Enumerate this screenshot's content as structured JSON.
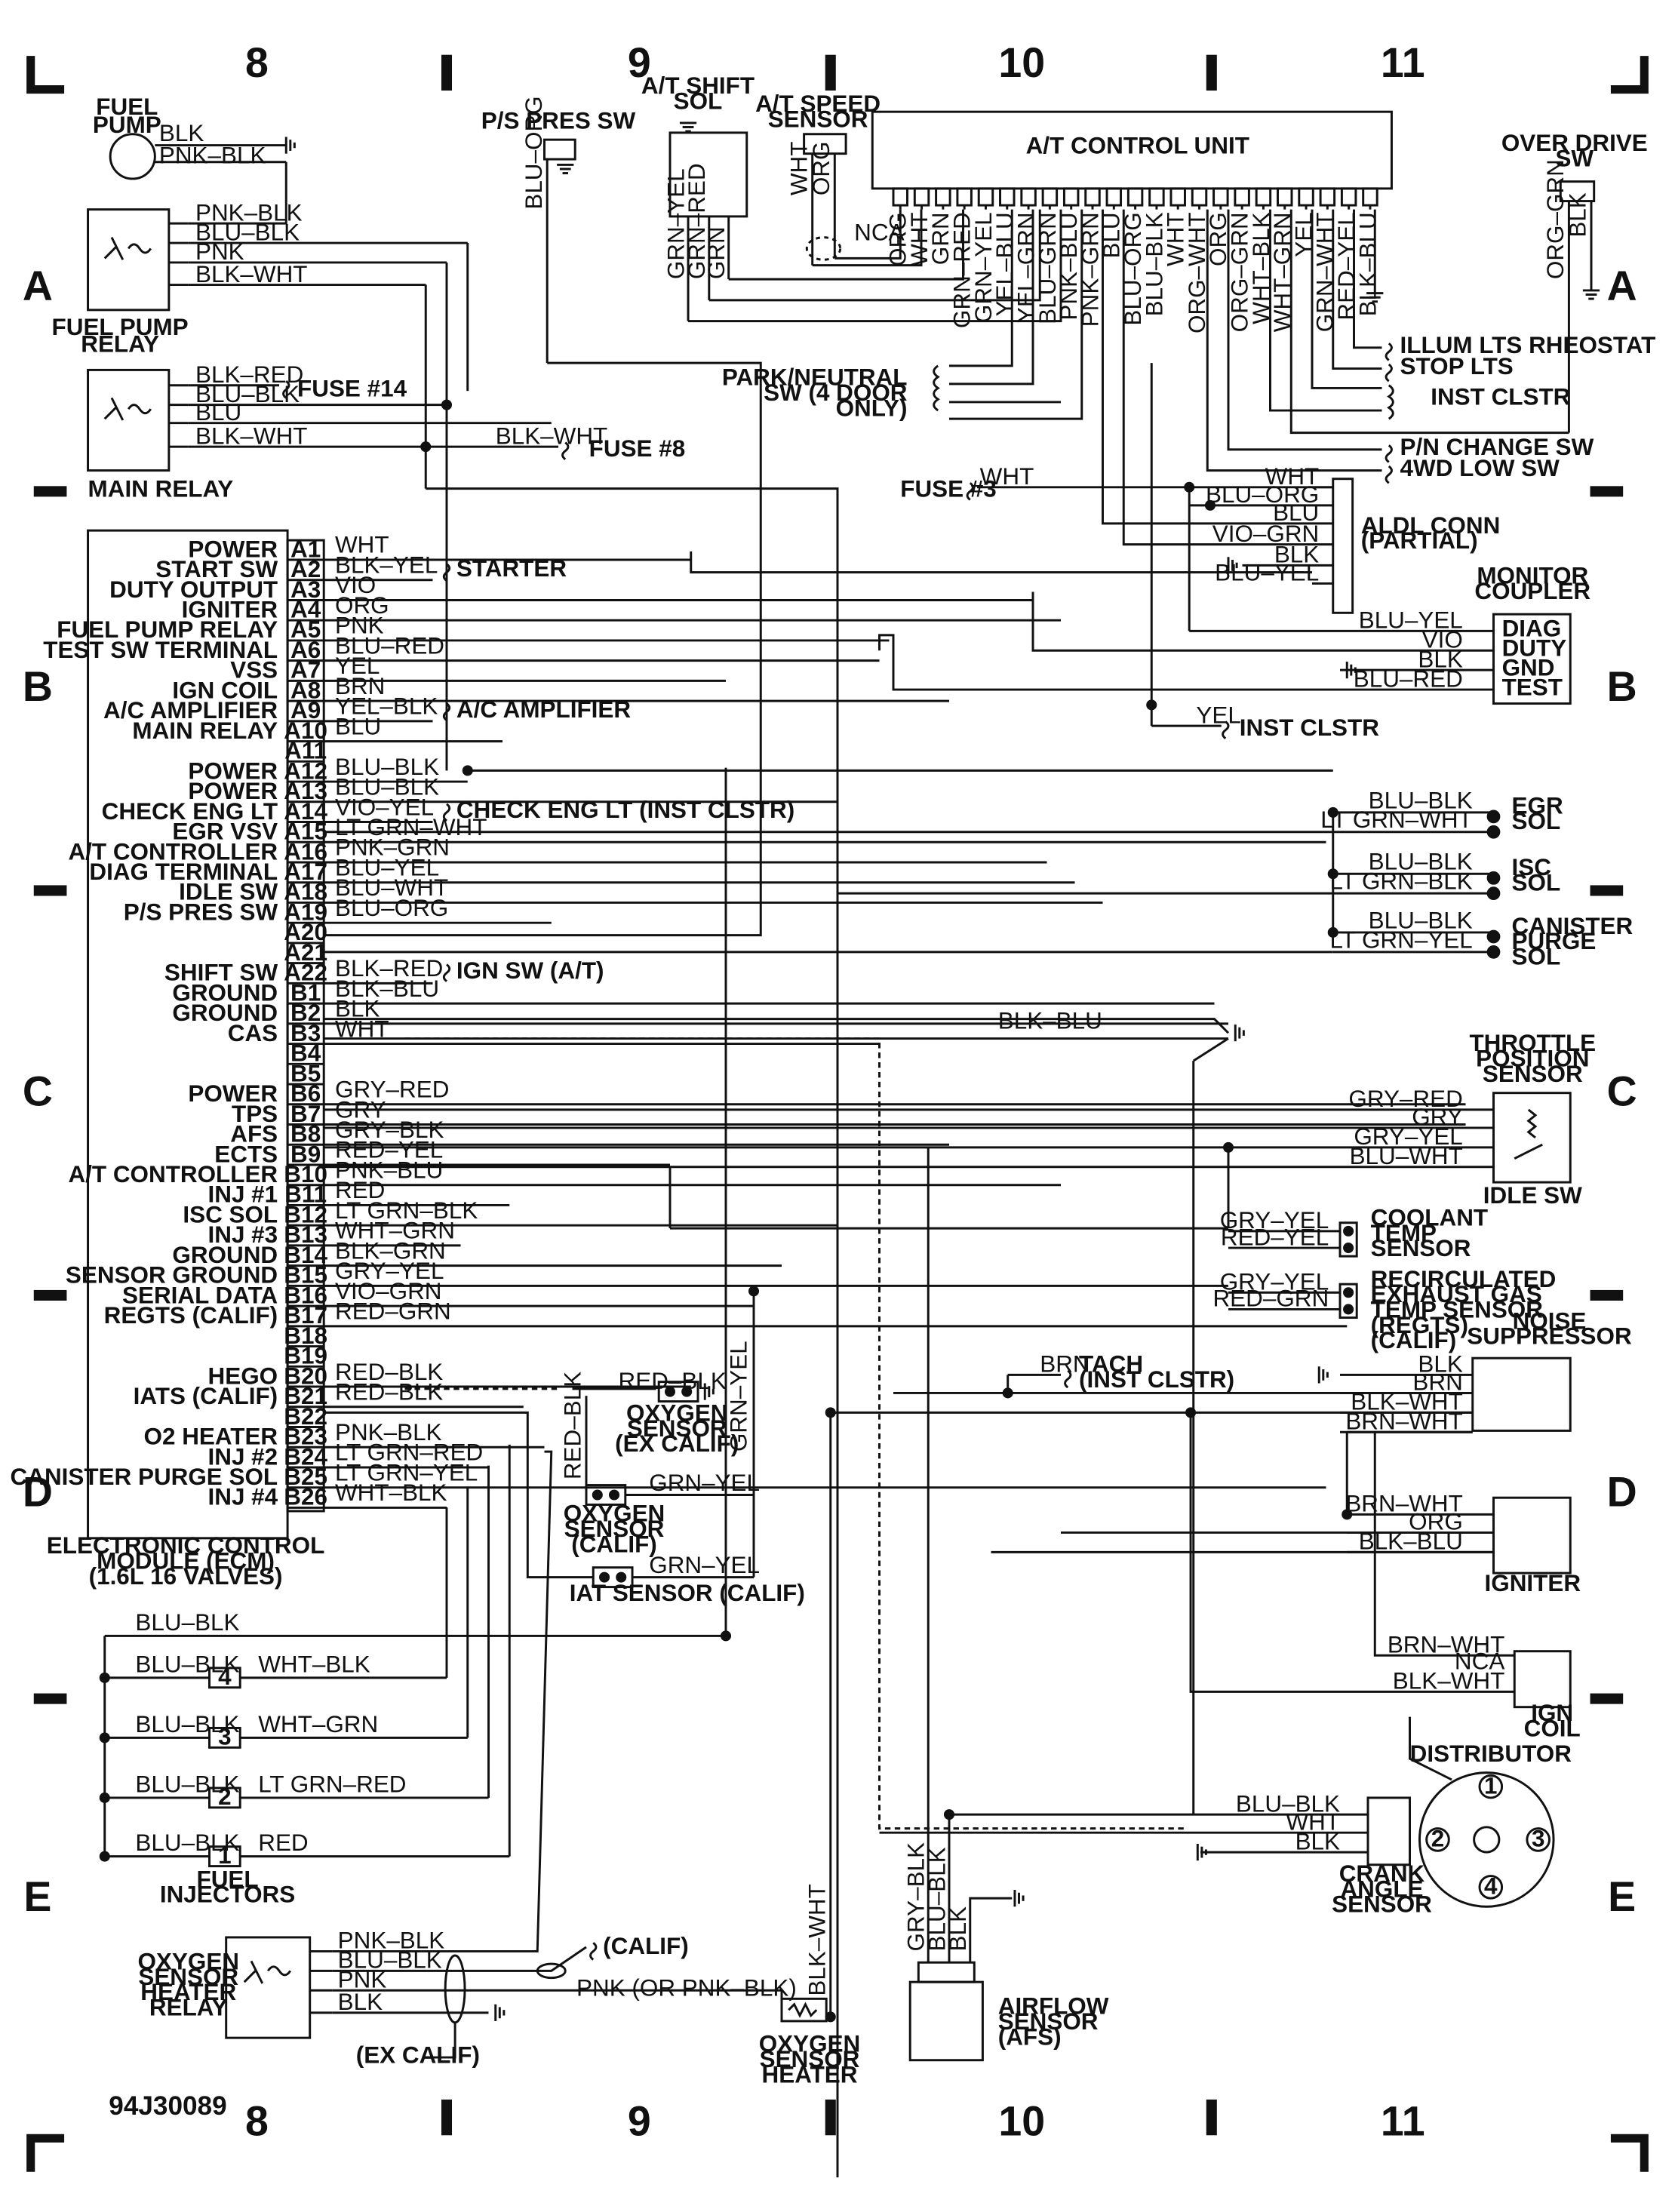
{
  "column_numbers": [
    "8",
    "9",
    "10",
    "11"
  ],
  "row_letters": [
    "A",
    "B",
    "C",
    "D",
    "E"
  ],
  "diagram_id": "94J30089",
  "ecm": {
    "title_lines": [
      "ELECTRONIC CONTROL",
      "MODULE (ECM)",
      "(1.6L 16 VALVES)"
    ],
    "pins": [
      {
        "pin": "A1",
        "func": "POWER",
        "wire": "WHT",
        "note": ""
      },
      {
        "pin": "A2",
        "func": "START SW",
        "wire": "BLK–YEL",
        "note": "STARTER"
      },
      {
        "pin": "A3",
        "func": "DUTY OUTPUT",
        "wire": "VIO",
        "note": ""
      },
      {
        "pin": "A4",
        "func": "IGNITER",
        "wire": "ORG",
        "note": ""
      },
      {
        "pin": "A5",
        "func": "FUEL PUMP RELAY",
        "wire": "PNK",
        "note": ""
      },
      {
        "pin": "A6",
        "func": "TEST SW TERMINAL",
        "wire": "BLU–RED",
        "note": ""
      },
      {
        "pin": "A7",
        "func": "VSS",
        "wire": "YEL",
        "note": ""
      },
      {
        "pin": "A8",
        "func": "IGN COIL",
        "wire": "BRN",
        "note": ""
      },
      {
        "pin": "A9",
        "func": "A/C AMPLIFIER",
        "wire": "YEL–BLK",
        "note": "A/C AMPLIFIER"
      },
      {
        "pin": "A10",
        "func": "MAIN RELAY",
        "wire": "BLU",
        "note": ""
      },
      {
        "pin": "A11",
        "func": "",
        "wire": "",
        "note": ""
      },
      {
        "pin": "A12",
        "func": "POWER",
        "wire": "BLU–BLK",
        "note": ""
      },
      {
        "pin": "A13",
        "func": "POWER",
        "wire": "BLU–BLK",
        "note": ""
      },
      {
        "pin": "A14",
        "func": "CHECK ENG LT",
        "wire": "VIO–YEL",
        "note": "CHECK ENG LT (INST CLSTR)"
      },
      {
        "pin": "A15",
        "func": "EGR VSV",
        "wire": "LT GRN–WHT",
        "note": ""
      },
      {
        "pin": "A16",
        "func": "A/T CONTROLLER",
        "wire": "PNK–GRN",
        "note": ""
      },
      {
        "pin": "A17",
        "func": "DIAG TERMINAL",
        "wire": "BLU–YEL",
        "note": ""
      },
      {
        "pin": "A18",
        "func": "IDLE SW",
        "wire": "BLU–WHT",
        "note": ""
      },
      {
        "pin": "A19",
        "func": "P/S PRES SW",
        "wire": "BLU–ORG",
        "note": ""
      },
      {
        "pin": "A20",
        "func": "",
        "wire": "",
        "note": ""
      },
      {
        "pin": "A21",
        "func": "",
        "wire": "",
        "note": ""
      },
      {
        "pin": "A22",
        "func": "SHIFT SW",
        "wire": "BLK–RED",
        "note": "IGN SW (A/T)"
      },
      {
        "pin": "B1",
        "func": "GROUND",
        "wire": "BLK–BLU",
        "note": ""
      },
      {
        "pin": "B2",
        "func": "GROUND",
        "wire": "BLK",
        "note": ""
      },
      {
        "pin": "B3",
        "func": "CAS",
        "wire": "WHT",
        "note": ""
      },
      {
        "pin": "B4",
        "func": "",
        "wire": "",
        "note": ""
      },
      {
        "pin": "B5",
        "func": "",
        "wire": "",
        "note": ""
      },
      {
        "pin": "B6",
        "func": "POWER",
        "wire": "GRY–RED",
        "note": ""
      },
      {
        "pin": "B7",
        "func": "TPS",
        "wire": "GRY",
        "note": ""
      },
      {
        "pin": "B8",
        "func": "AFS",
        "wire": "GRY–BLK",
        "note": ""
      },
      {
        "pin": "B9",
        "func": "ECTS",
        "wire": "RED–YEL",
        "note": ""
      },
      {
        "pin": "B10",
        "func": "A/T CONTROLLER",
        "wire": "PNK–BLU",
        "note": ""
      },
      {
        "pin": "B11",
        "func": "INJ #1",
        "wire": "RED",
        "note": ""
      },
      {
        "pin": "B12",
        "func": "ISC SOL",
        "wire": "LT GRN–BLK",
        "note": ""
      },
      {
        "pin": "B13",
        "func": "INJ #3",
        "wire": "WHT–GRN",
        "note": ""
      },
      {
        "pin": "B14",
        "func": "GROUND",
        "wire": "BLK–GRN",
        "note": ""
      },
      {
        "pin": "B15",
        "func": "SENSOR GROUND",
        "wire": "GRY–YEL",
        "note": ""
      },
      {
        "pin": "B16",
        "func": "SERIAL DATA",
        "wire": "VIO–GRN",
        "note": ""
      },
      {
        "pin": "B17",
        "func": "REGTS (CALIF)",
        "wire": "RED–GRN",
        "note": ""
      },
      {
        "pin": "B18",
        "func": "",
        "wire": "",
        "note": ""
      },
      {
        "pin": "B19",
        "func": "",
        "wire": "",
        "note": ""
      },
      {
        "pin": "B20",
        "func": "HEGO",
        "wire": "RED–BLK",
        "note": ""
      },
      {
        "pin": "B21",
        "func": "IATS (CALIF)",
        "wire": "RED–BLK",
        "note": ""
      },
      {
        "pin": "B22",
        "func": "",
        "wire": "",
        "note": ""
      },
      {
        "pin": "B23",
        "func": "O2 HEATER",
        "wire": "PNK–BLK",
        "note": ""
      },
      {
        "pin": "B24",
        "func": "INJ #2",
        "wire": "LT GRN–RED",
        "note": ""
      },
      {
        "pin": "B25",
        "func": "CANISTER PURGE SOL",
        "wire": "LT GRN–YEL",
        "note": ""
      },
      {
        "pin": "B26",
        "func": "INJ #4",
        "wire": "WHT–BLK",
        "note": ""
      }
    ]
  },
  "fuel_pump": {
    "label_lines": [
      "FUEL",
      "PUMP"
    ],
    "wires": [
      "BLK",
      "PNK–BLK"
    ]
  },
  "fuel_pump_relay": {
    "label_lines": [
      "FUEL PUMP",
      "RELAY"
    ],
    "wires": [
      "PNK–BLK",
      "BLU–BLK",
      "PNK",
      "BLK–WHT"
    ]
  },
  "main_relay": {
    "label": "MAIN RELAY",
    "wires": [
      "BLK–RED",
      "BLU–BLK",
      "BLU",
      "BLK–WHT"
    ],
    "fuse14": "FUSE #14",
    "fuse8": "FUSE #8",
    "fuse8_wire": "BLK–WHT"
  },
  "ps_pres_sw": {
    "label": "P/S PRES SW",
    "wire": "BLU–ORG"
  },
  "at_shift_sol": {
    "label_lines": [
      "A/T SHIFT",
      "SOL"
    ],
    "wires": [
      "GRN–YEL",
      "GRN–RED",
      "GRN"
    ]
  },
  "at_speed_sensor": {
    "label_lines": [
      "A/T SPEED",
      "SENSOR"
    ],
    "wires": [
      "WHT",
      "ORG"
    ],
    "nca": "NCA"
  },
  "at_control_unit": {
    "label": "A/T CONTROL UNIT",
    "wires": [
      "ORG",
      "WHT",
      "GRN",
      "GRN–RED",
      "GRN–YEL",
      "YEL–BLU",
      "YEL–GRN",
      "BLU–GRN",
      "PNK–BLU",
      "PNK–GRN",
      "BLU",
      "BLU–ORG",
      "BLU–BLK",
      "WHT",
      "ORG–WHT",
      "ORG",
      "ORG–GRN",
      "WHT–BLK",
      "WHT–GRN",
      "YEL",
      "GRN–WHT",
      "RED–YEL",
      "BLK–BLU"
    ]
  },
  "over_drive_sw": {
    "label_lines": [
      "OVER DRIVE",
      "SW"
    ],
    "wires": [
      "ORG–GRN",
      "BLK"
    ]
  },
  "right_destinations": [
    "ILLUM LTS RHEOSTAT",
    "STOP LTS",
    "INST CLSTR",
    "P/N CHANGE SW",
    "4WD LOW SW"
  ],
  "park_neutral_sw": [
    "PARK/NEUTRAL",
    "SW (4 DOOR",
    "ONLY)"
  ],
  "fuse3": {
    "label": "FUSE #3",
    "wire": "WHT"
  },
  "aldl": {
    "label_lines": [
      "ALDL CONN",
      "(PARTIAL)"
    ],
    "wires": [
      "WHT",
      "BLU–ORG",
      "BLU",
      "VIO–GRN",
      "BLK",
      "BLU–YEL"
    ]
  },
  "monitor_coupler": {
    "label_lines": [
      "MONITOR",
      "COUPLER"
    ],
    "terms": [
      "DIAG",
      "DUTY",
      "GND",
      "TEST"
    ],
    "wires": [
      "BLU–YEL",
      "VIO",
      "BLK",
      "BLU–RED"
    ]
  },
  "inst_clstr_yel": {
    "wire": "YEL",
    "label": "INST CLSTR"
  },
  "egr_sol": {
    "label_lines": [
      "EGR",
      "SOL"
    ],
    "wires": [
      "BLU–BLK",
      "LT GRN–WHT"
    ]
  },
  "isc_sol": {
    "label_lines": [
      "ISC",
      "SOL"
    ],
    "wires": [
      "BLU–BLK",
      "LT GRN–BLK"
    ]
  },
  "canister_purge_sol": {
    "label_lines": [
      "CANISTER",
      "PURGE",
      "SOL"
    ],
    "wires": [
      "BLU–BLK",
      "LT GRN–YEL"
    ]
  },
  "blk_blu_ground": "BLK–BLU",
  "throttle_position_sensor": {
    "label_lines": [
      "THROTTLE",
      "POSITION",
      "SENSOR"
    ],
    "wires": [
      "GRY–RED",
      "GRY",
      "GRY–YEL",
      "BLU–WHT"
    ],
    "idle_sw": "IDLE SW"
  },
  "coolant_temp_sensor": {
    "label_lines": [
      "COOLANT",
      "TEMP",
      "SENSOR"
    ],
    "wires": [
      "GRY–YEL",
      "RED–YEL"
    ]
  },
  "regts": {
    "label_lines": [
      "RECIRCULATED",
      "EXHAUST GAS",
      "TEMP SENSOR",
      "(REGTS)",
      "(CALIF)"
    ],
    "wires": [
      "GRY–YEL",
      "RED–GRN"
    ]
  },
  "noise_suppressor": {
    "label_lines": [
      "NOISE",
      "SUPPRESSOR"
    ],
    "wires": [
      "BLK",
      "BRN",
      "BLK–WHT",
      "BRN–WHT"
    ]
  },
  "tach": {
    "wire": "BRN",
    "label_lines": [
      "TACH",
      "(INST CLSTR)"
    ]
  },
  "igniter": {
    "label": "IGNITER",
    "wires": [
      "BRN–WHT",
      "ORG",
      "BLK–BLU"
    ]
  },
  "ign_coil": {
    "label_lines": [
      "IGN",
      "COIL"
    ],
    "wires": [
      "BRN–WHT",
      "NCA",
      "BLK–WHT"
    ]
  },
  "distributor": {
    "label": "DISTRIBUTOR",
    "numbers": [
      "1",
      "2",
      "3",
      "4"
    ]
  },
  "crank_angle_sensor": {
    "label_lines": [
      "CRANK",
      "ANGLE",
      "SENSOR"
    ],
    "wires": [
      "BLU–BLK",
      "WHT",
      "BLK"
    ]
  },
  "oxygen_sensor_ex_calif": {
    "label_lines": [
      "OXYGEN",
      "SENSOR",
      "(EX CALIF)"
    ],
    "wire": "RED–BLK"
  },
  "oxygen_sensor_calif": {
    "label_lines": [
      "OXYGEN",
      "SENSOR",
      "(CALIF)"
    ],
    "wires": [
      "RED–BLK",
      "GRN–YEL"
    ]
  },
  "iat_sensor": {
    "label": "IAT SENSOR (CALIF)",
    "wire": "GRN–YEL"
  },
  "grn_yel_vertical": "GRN–YEL",
  "fuel_injectors": {
    "label_lines": [
      "FUEL",
      "INJECTORS"
    ],
    "bus_wire": "BLU–BLK",
    "items": [
      {
        "num": "4",
        "left": "BLU–BLK",
        "right": "WHT–BLK"
      },
      {
        "num": "3",
        "left": "BLU–BLK",
        "right": "WHT–GRN"
      },
      {
        "num": "2",
        "left": "BLU–BLK",
        "right": "LT GRN–RED"
      },
      {
        "num": "1",
        "left": "BLU–BLK",
        "right": "RED"
      }
    ]
  },
  "oxygen_sensor_heater_relay": {
    "label_lines": [
      "OXYGEN",
      "SENSOR",
      "HEATER",
      "RELAY"
    ],
    "wires": [
      "PNK–BLK",
      "BLU–BLK",
      "PNK",
      "BLK"
    ],
    "calif": "(CALIF)",
    "ex_calif": "(EX CALIF)",
    "pnk_note": "PNK  (OR PNK–BLK)"
  },
  "oxygen_sensor_heater": {
    "label_lines": [
      "OXYGEN",
      "SENSOR",
      "HEATER"
    ],
    "wire": "BLK–WHT"
  },
  "airflow_sensor": {
    "label_lines": [
      "AIRFLOW",
      "SENSOR",
      "(AFS)"
    ],
    "wires": [
      "GRY–BLK",
      "BLU–BLK",
      "BLK"
    ]
  }
}
